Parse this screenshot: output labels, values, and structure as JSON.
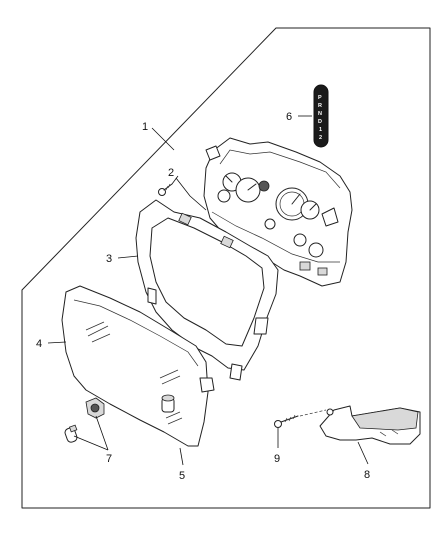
{
  "callouts": [
    {
      "id": "1",
      "label": "1"
    },
    {
      "id": "2",
      "label": "2"
    },
    {
      "id": "3",
      "label": "3"
    },
    {
      "id": "4",
      "label": "4"
    },
    {
      "id": "5",
      "label": "5"
    },
    {
      "id": "6",
      "label": "6"
    },
    {
      "id": "7",
      "label": "7"
    },
    {
      "id": "8",
      "label": "8"
    },
    {
      "id": "9",
      "label": "9"
    }
  ],
  "prndl_strip": {
    "text": "P R N D 1 2"
  }
}
